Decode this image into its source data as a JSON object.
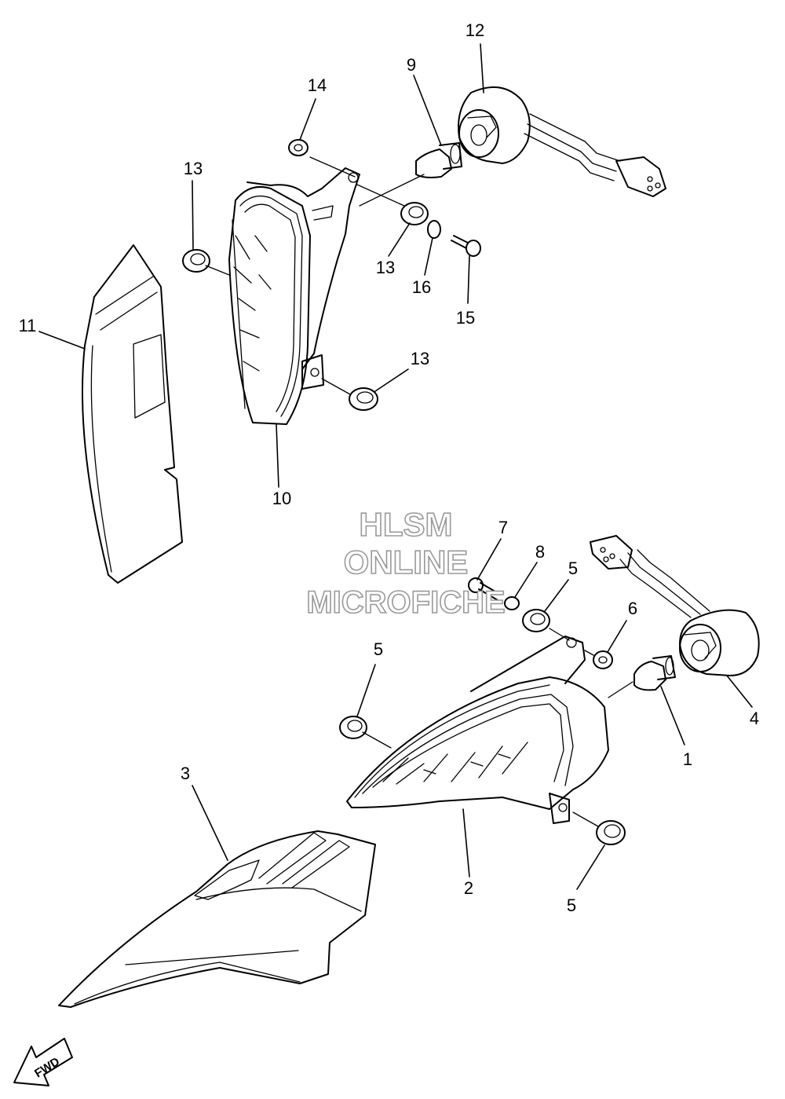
{
  "callouts": {
    "c1": "1",
    "c2": "2",
    "c3": "3",
    "c4": "4",
    "c5a": "5",
    "c5b": "5",
    "c5c": "5",
    "c6": "6",
    "c7": "7",
    "c8": "8",
    "c9": "9",
    "c10": "10",
    "c11": "11",
    "c12": "12",
    "c13a": "13",
    "c13b": "13",
    "c13c": "13",
    "c14": "14",
    "c15": "15",
    "c16": "16"
  },
  "watermark": {
    "line1": "HLSM",
    "line2": "ONLINE",
    "line3": "MICROFICHE"
  },
  "fwd_label": "FWD"
}
